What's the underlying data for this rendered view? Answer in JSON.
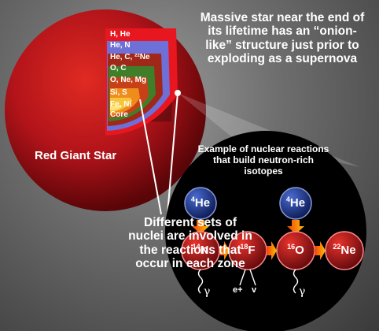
{
  "headline": "Massive star near the end of its lifetime has an “onion-like” structure just prior to exploding as a supernova",
  "star_label": "Red Giant Star",
  "nuclei_text": "Different sets of nuclei are involved in the reactions that occur in each zone",
  "panel_title": "Example of nuclear reactions that build neutron-rich isotopes",
  "layers": [
    {
      "label": "H, He",
      "color": "#e8171f"
    },
    {
      "label": "He, N",
      "color": "#6f6fd8"
    },
    {
      "label": "He, C, ²²Ne",
      "color": "#a02818"
    },
    {
      "label": "O, C",
      "color": "#3f7f2a"
    },
    {
      "label": "O, Ne, Mg",
      "color": "#c84018"
    },
    {
      "label": "Si, S",
      "color": "#f08c1c"
    },
    {
      "label": "Fe, Ni",
      "color": "#f7c53a"
    },
    {
      "label": "Core",
      "color": "#fbe57a"
    }
  ],
  "reaction": {
    "he_top_1": {
      "mass": "4",
      "symbol": "He"
    },
    "he_top_2": {
      "mass": "4",
      "symbol": "He"
    },
    "n14": {
      "mass": "14",
      "symbol": "N"
    },
    "f18": {
      "mass": "18",
      "symbol": "F"
    },
    "o16": {
      "mass": "16",
      "symbol": "O"
    },
    "ne22": {
      "mass": "22",
      "symbol": "Ne"
    },
    "gamma_1": "γ",
    "gamma_2": "γ",
    "positron": "e+",
    "neutrino": "v"
  },
  "colors": {
    "star": "#c3161c",
    "panel": "#000000",
    "arrow": "#ffb400",
    "helium": "#1e3a8a",
    "reaction_node": "#c3161c"
  }
}
